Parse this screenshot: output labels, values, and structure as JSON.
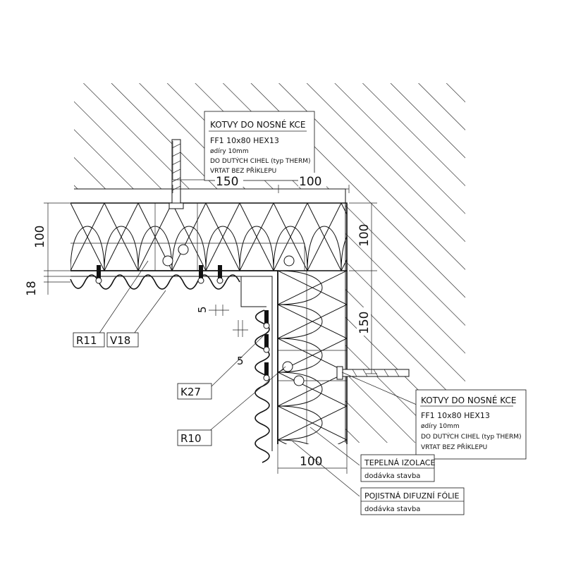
{
  "anchor_top": {
    "title": "KOTVY DO NOSNÉ KCE",
    "line1": "FF1  10x80  HEX13",
    "line2": "ødíry 10mm",
    "line3": "DO DUTÝCH CIHEL (typ THERM)",
    "line4": "VRTAT BEZ PŘÍKLEPU"
  },
  "anchor_right": {
    "title": "KOTVY DO NOSNÉ KCE",
    "line1": "FF1  10x80  HEX13",
    "line2": "ødíry 10mm",
    "line3": "DO DUTÝCH CIHEL (typ THERM)",
    "line4": "VRTAT BEZ PŘÍKLEPU"
  },
  "dimensions": {
    "top_150": "150",
    "top_100": "100",
    "left_100": "100",
    "left_18": "18",
    "right_100": "100",
    "right_150": "150",
    "gap_5a": "5",
    "gap_5b": "5",
    "bottom_100": "100"
  },
  "tags": {
    "r11": "R11",
    "v18": "V18",
    "k27": "K27",
    "r10": "R10"
  },
  "labels": {
    "insulation_title": "TEPELNÁ IZOLACE",
    "insulation_note": "dodávka stavba",
    "foil_title": "POJISTNÁ DIFUZNÍ FÓLIE",
    "foil_note": "dodávka stavba"
  }
}
